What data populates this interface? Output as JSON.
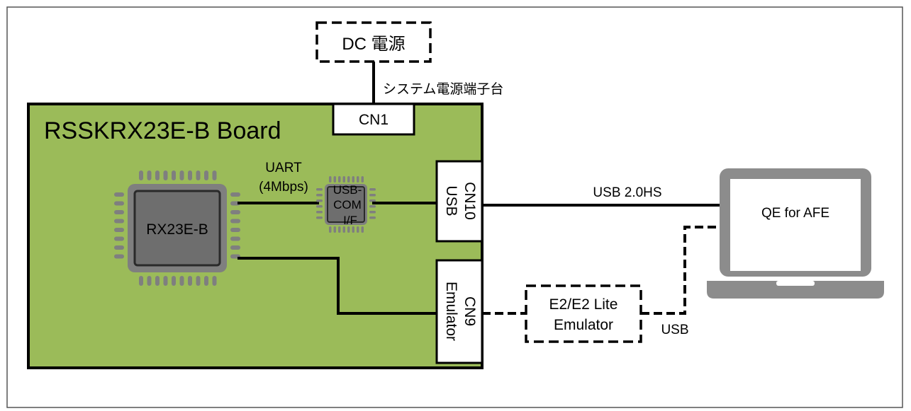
{
  "dc_power": {
    "label": "DC 電源"
  },
  "power_terminal_label": "システム電源端子台",
  "board": {
    "title": "RSSKRX23E-B Board",
    "cn1": "CN1",
    "mcu": "RX23E-B",
    "uart_label_line1": "UART",
    "uart_label_line2": "(4Mbps)",
    "usb_com_line1": "USB-",
    "usb_com_line2": "COM",
    "usb_com_line3": "I/F",
    "cn10_line1": "CN10",
    "cn10_line2": "USB",
    "cn9_line1": "CN9",
    "cn9_line2": "Emulator"
  },
  "usb_link_label": "USB 2.0HS",
  "emulator": {
    "line1": "E2/E2 Lite",
    "line2": "Emulator"
  },
  "emulator_usb_label": "USB",
  "laptop": {
    "screen_label": "QE for AFE"
  },
  "colors": {
    "board_green": "#9BBB59",
    "chip_gray": "#7F7F7F",
    "laptop_gray": "#8C8C8C",
    "line_black": "#000000"
  }
}
